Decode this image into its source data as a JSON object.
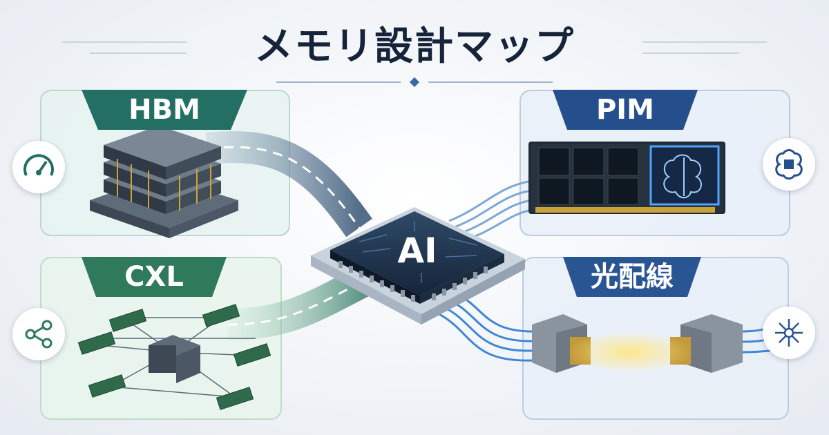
{
  "title": "メモリ設計マップ",
  "center": {
    "label": "AI"
  },
  "panels": {
    "hbm": {
      "label": "HBM",
      "icon": "speedometer-icon",
      "color": "#236f63"
    },
    "cxl": {
      "label": "CXL",
      "icon": "share-network-icon",
      "color": "#2e7a5a"
    },
    "pim": {
      "label": "PIM",
      "icon": "brain-chip-icon",
      "color": "#254f8c"
    },
    "optical": {
      "label": "光配線",
      "icon": "light-burst-icon",
      "color": "#2a5593"
    }
  }
}
